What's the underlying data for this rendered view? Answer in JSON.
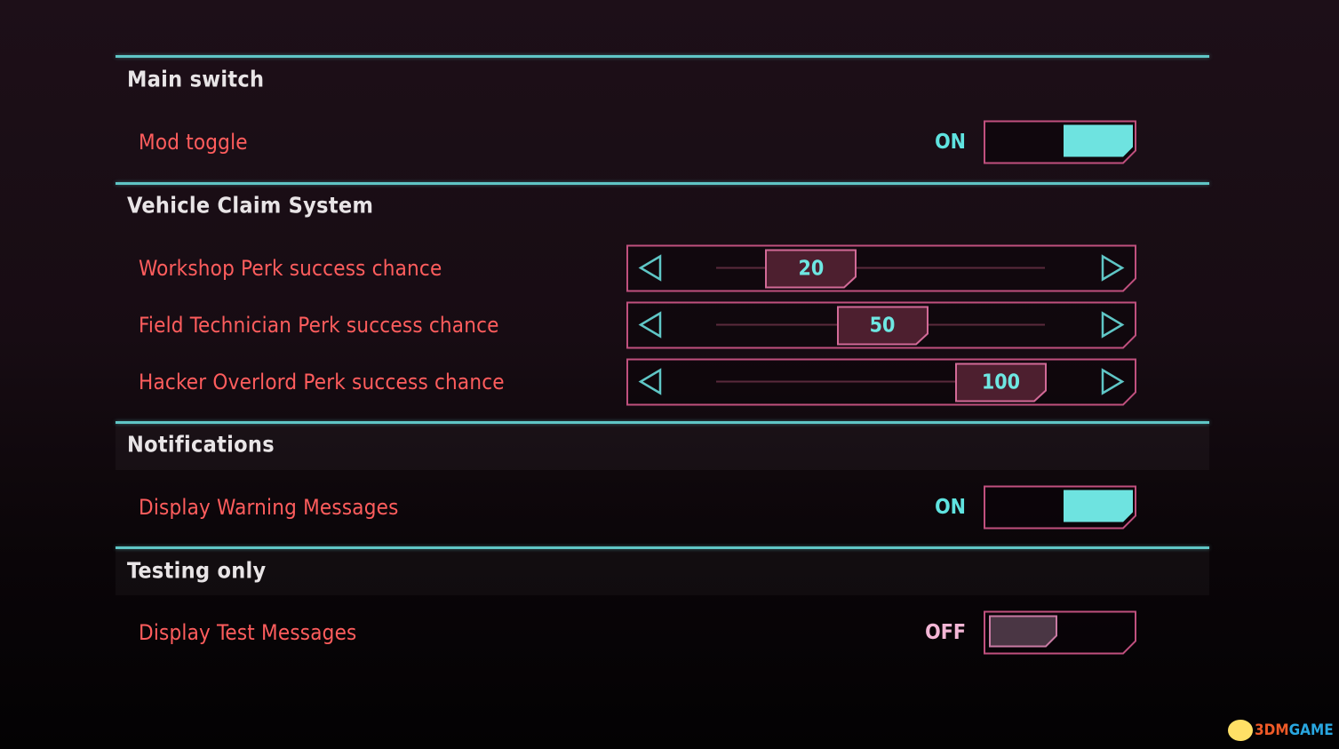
{
  "sections": [
    {
      "title": "Main switch",
      "rows": [
        {
          "type": "toggle",
          "label": "Mod toggle",
          "state": "ON",
          "on": true
        }
      ]
    },
    {
      "title": "Vehicle Claim System",
      "rows": [
        {
          "type": "slider",
          "label": "Workshop Perk success chance",
          "value": 20,
          "min": 0,
          "max": 100
        },
        {
          "type": "slider",
          "label": "Field Technician Perk success chance",
          "value": 50,
          "min": 0,
          "max": 100
        },
        {
          "type": "slider",
          "label": "Hacker Overlord Perk success chance",
          "value": 100,
          "min": 0,
          "max": 100
        }
      ]
    },
    {
      "title": "Notifications",
      "rows": [
        {
          "type": "toggle",
          "label": "Display Warning Messages",
          "state": "ON",
          "on": true
        }
      ]
    },
    {
      "title": "Testing only",
      "rows": [
        {
          "type": "toggle",
          "label": "Display Test Messages",
          "state": "OFF",
          "on": false
        }
      ]
    }
  ],
  "watermark": {
    "text_a": "3DM",
    "text_b": "GAME"
  },
  "colors": {
    "accent": "#5fc6c6",
    "label": "#ff5d5d",
    "frame": "#c0507e",
    "knob_on": "#6ee3e0",
    "knob_off": "#4a3644"
  }
}
